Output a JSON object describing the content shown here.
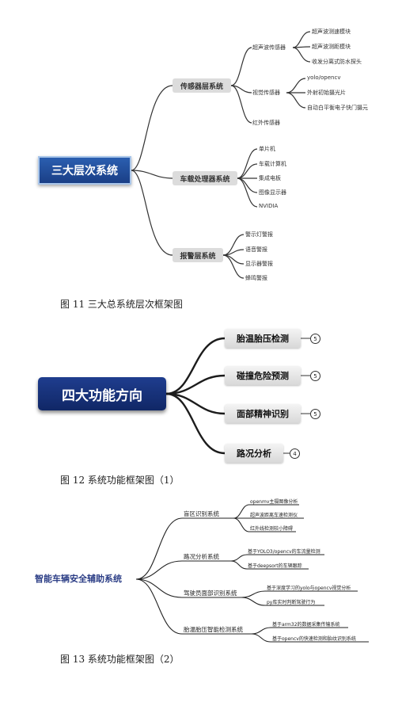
{
  "diagram1": {
    "root": "三大层次系统",
    "branches": [
      {
        "label": "传感器层系统",
        "children": [
          {
            "label": "超声波传感器",
            "children": [
              "超声波测速模块",
              "超声波测距模块",
              "收发分离式防水探头"
            ]
          },
          {
            "label": "视觉传感器",
            "children": [
              "yolo/opencv",
              "外射初始摄光片",
              "自动白平衡电子快门摄元"
            ]
          },
          {
            "label": "红外传感器",
            "children": []
          }
        ]
      },
      {
        "label": "车载处理器系统",
        "children": [
          "单片机",
          "车载计算机",
          "集成电板",
          "图像显示器",
          "NVIDIA"
        ]
      },
      {
        "label": "报警层系统",
        "children": [
          "警示灯警报",
          "语音警报",
          "显示器警报",
          "蜂鸣警报"
        ]
      }
    ],
    "caption": "图 11  三大总系统层次框架图"
  },
  "diagram2": {
    "root": "四大功能方向",
    "branches": [
      {
        "label": "胎温胎压检测",
        "badge": "5"
      },
      {
        "label": "碰撞危险预测",
        "badge": "5"
      },
      {
        "label": "面部精神识别",
        "badge": "5"
      },
      {
        "label": "路况分析",
        "badge": "4"
      }
    ],
    "caption": "图 12  系统功能框架图（1）"
  },
  "diagram3": {
    "root": "智能车辆安全辅助系统",
    "branches": [
      {
        "label": "盲区识别系统",
        "children": [
          "openmv主摄图像分析",
          "超声波距离车速检测仪",
          "红外线检测较小障碍"
        ]
      },
      {
        "label": "路况分析系统",
        "children": [
          "基于YOLO3/opencv的车流量检测",
          "基于deepsort的车辆跟踪"
        ]
      },
      {
        "label": "驾驶员面部识别系统",
        "children": [
          "基于深度学习的yolo与opencv视觉分析",
          "py库实时判断驾驶行为"
        ]
      },
      {
        "label": "胎温胎压智能检测系统",
        "children": [
          "基于arm32的数据采集传输系统",
          "基于opencv的快速检测和胎纹识别系统"
        ]
      }
    ],
    "caption": "图 13  系统功能框架图（2）"
  }
}
